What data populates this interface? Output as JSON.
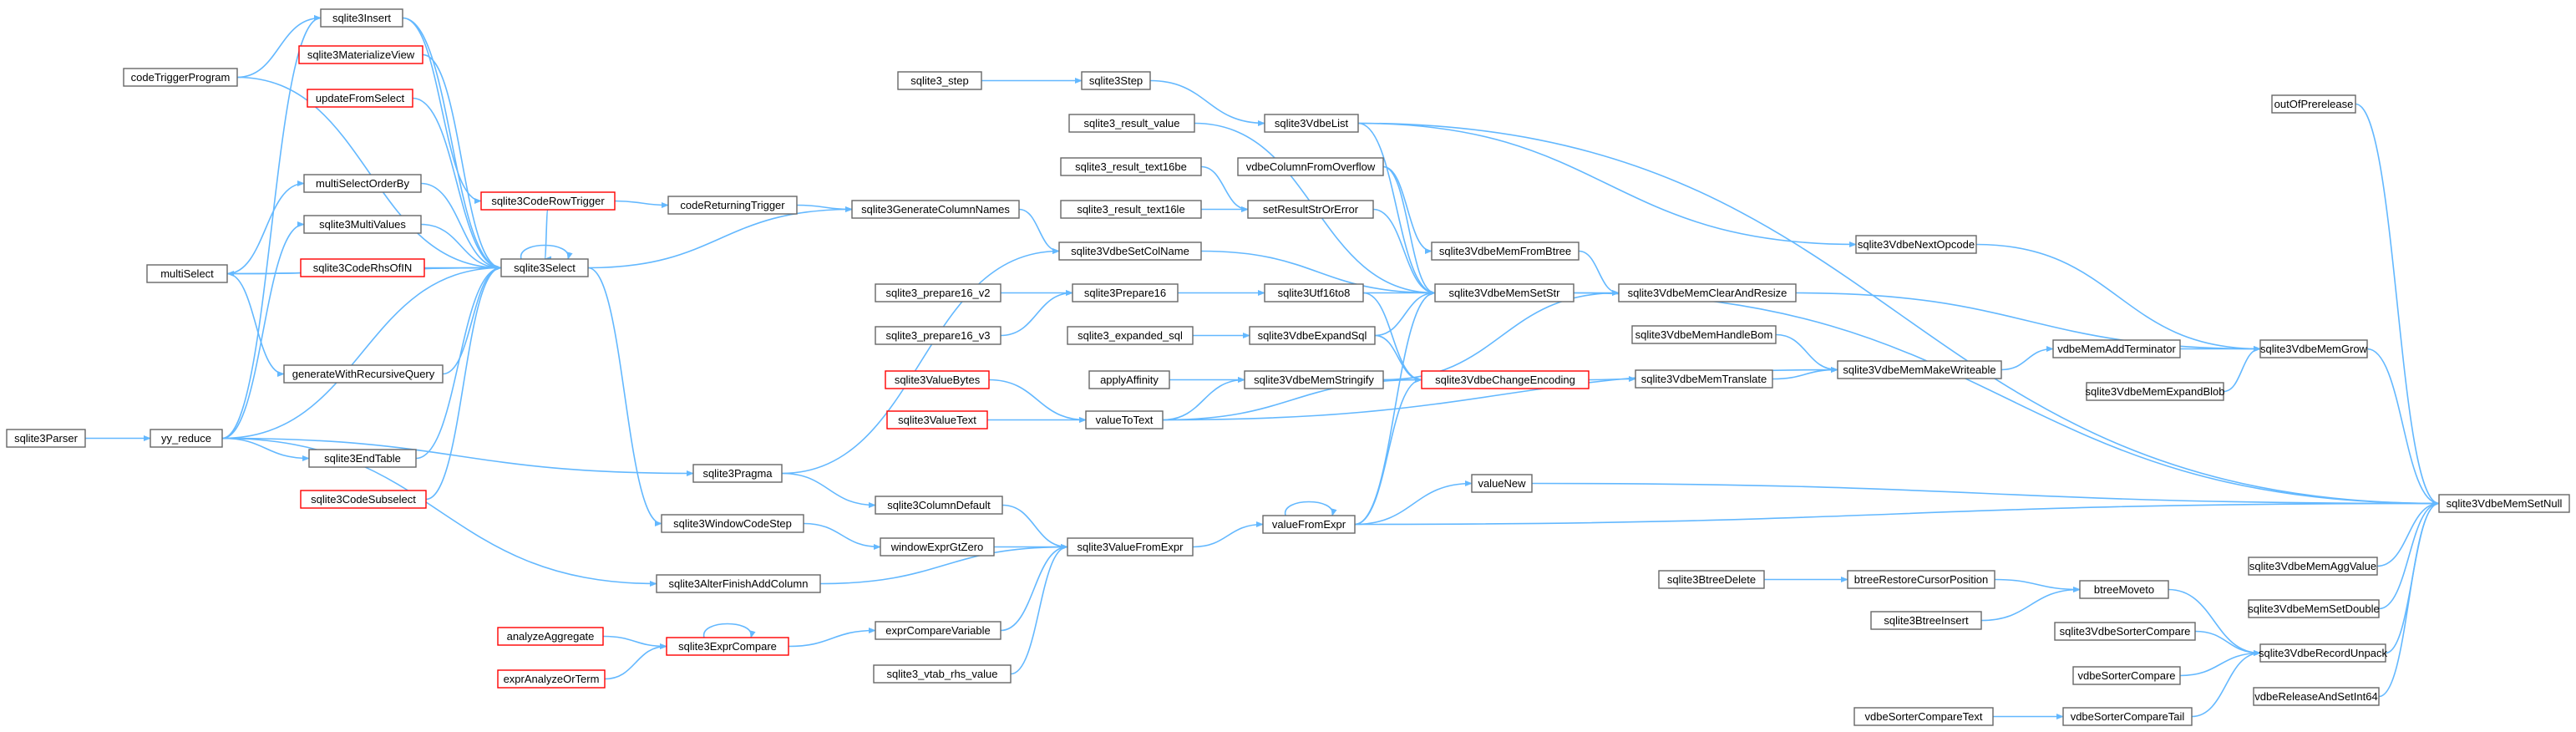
{
  "colors": {
    "edge": "#63b8ff",
    "node_border": "#666666",
    "node_border_truncated": "#ff0000",
    "node_fill": "#ffffff",
    "root_fill": "#999999",
    "root_border": "#666666",
    "text": "#000000"
  },
  "nodes": [
    {
      "id": "sqlite3VdbeMemSetNull",
      "label": "sqlite3VdbeMemSetNull",
      "kind": "root"
    },
    {
      "id": "outOfPrerelease",
      "label": "outOfPrerelease",
      "kind": "normal"
    },
    {
      "id": "sqlite3VdbeMemGrow",
      "label": "sqlite3VdbeMemGrow",
      "kind": "normal"
    },
    {
      "id": "sqlite3VdbeMemAggValue",
      "label": "sqlite3VdbeMemAggValue",
      "kind": "normal"
    },
    {
      "id": "sqlite3VdbeMemSetDouble",
      "label": "sqlite3VdbeMemSetDouble",
      "kind": "normal"
    },
    {
      "id": "sqlite3VdbeRecordUnpack",
      "label": "sqlite3VdbeRecordUnpack",
      "kind": "normal"
    },
    {
      "id": "vdbeReleaseAndSetInt64",
      "label": "vdbeReleaseAndSetInt64",
      "kind": "normal"
    },
    {
      "id": "vdbeMemAddTerminator",
      "label": "vdbeMemAddTerminator",
      "kind": "normal"
    },
    {
      "id": "sqlite3VdbeMemExpandBlob",
      "label": "sqlite3VdbeMemExpandBlob",
      "kind": "normal"
    },
    {
      "id": "sqlite3VdbeNextOpcode",
      "label": "sqlite3VdbeNextOpcode",
      "kind": "normal"
    },
    {
      "id": "sqlite3VdbeMemClearAndResize",
      "label": "sqlite3VdbeMemClearAndResize",
      "kind": "normal"
    },
    {
      "id": "sqlite3VdbeMemMakeWriteable",
      "label": "sqlite3VdbeMemMakeWriteable",
      "kind": "normal"
    },
    {
      "id": "sqlite3VdbeMemHandleBom",
      "label": "sqlite3VdbeMemHandleBom",
      "kind": "normal"
    },
    {
      "id": "sqlite3VdbeMemTranslate",
      "label": "sqlite3VdbeMemTranslate",
      "kind": "normal"
    },
    {
      "id": "btreeMoveto",
      "label": "btreeMoveto",
      "kind": "normal"
    },
    {
      "id": "btreeRestoreCursorPosition",
      "label": "btreeRestoreCursorPosition",
      "kind": "normal"
    },
    {
      "id": "sqlite3BtreeDelete",
      "label": "sqlite3BtreeDelete",
      "kind": "normal"
    },
    {
      "id": "sqlite3BtreeInsert",
      "label": "sqlite3BtreeInsert",
      "kind": "normal"
    },
    {
      "id": "sqlite3VdbeSorterCompare",
      "label": "sqlite3VdbeSorterCompare",
      "kind": "normal"
    },
    {
      "id": "vdbeSorterCompare",
      "label": "vdbeSorterCompare",
      "kind": "normal"
    },
    {
      "id": "vdbeSorterCompareTail",
      "label": "vdbeSorterCompareTail",
      "kind": "normal"
    },
    {
      "id": "vdbeSorterCompareText",
      "label": "vdbeSorterCompareText",
      "kind": "normal"
    },
    {
      "id": "sqlite3VdbeList",
      "label": "sqlite3VdbeList",
      "kind": "normal"
    },
    {
      "id": "sqlite3Step",
      "label": "sqlite3Step",
      "kind": "normal"
    },
    {
      "id": "sqlite3_step",
      "label": "sqlite3_step",
      "kind": "normal"
    },
    {
      "id": "sqlite3_result_value",
      "label": "sqlite3_result_value",
      "kind": "normal"
    },
    {
      "id": "sqlite3_result_text16be",
      "label": "sqlite3_result_text16be",
      "kind": "normal"
    },
    {
      "id": "sqlite3_result_text16le",
      "label": "sqlite3_result_text16le",
      "kind": "normal"
    },
    {
      "id": "vdbeColumnFromOverflow",
      "label": "vdbeColumnFromOverflow",
      "kind": "normal"
    },
    {
      "id": "setResultStrOrError",
      "label": "setResultStrOrError",
      "kind": "normal"
    },
    {
      "id": "sqlite3VdbeMemFromBtree",
      "label": "sqlite3VdbeMemFromBtree",
      "kind": "normal"
    },
    {
      "id": "sqlite3VdbeMemSetStr",
      "label": "sqlite3VdbeMemSetStr",
      "kind": "normal"
    },
    {
      "id": "sqlite3Utf16to8",
      "label": "sqlite3Utf16to8",
      "kind": "normal"
    },
    {
      "id": "sqlite3VdbeExpandSql",
      "label": "sqlite3VdbeExpandSql",
      "kind": "normal"
    },
    {
      "id": "sqlite3VdbeMemStringify",
      "label": "sqlite3VdbeMemStringify",
      "kind": "normal"
    },
    {
      "id": "sqlite3VdbeChangeEncoding",
      "label": "sqlite3VdbeChangeEncoding",
      "kind": "truncated"
    },
    {
      "id": "valueToText",
      "label": "valueToText",
      "kind": "normal"
    },
    {
      "id": "valueFromExpr",
      "label": "valueFromExpr",
      "kind": "normal"
    },
    {
      "id": "valueNew",
      "label": "valueNew",
      "kind": "normal"
    },
    {
      "id": "sqlite3ValueFromExpr",
      "label": "sqlite3ValueFromExpr",
      "kind": "normal"
    },
    {
      "id": "sqlite3GenerateColumnNames",
      "label": "sqlite3GenerateColumnNames",
      "kind": "normal"
    },
    {
      "id": "sqlite3VdbeSetColName",
      "label": "sqlite3VdbeSetColName",
      "kind": "normal"
    },
    {
      "id": "sqlite3Prepare16",
      "label": "sqlite3Prepare16",
      "kind": "normal"
    },
    {
      "id": "sqlite3_prepare16_v2",
      "label": "sqlite3_prepare16_v2",
      "kind": "normal"
    },
    {
      "id": "sqlite3_prepare16_v3",
      "label": "sqlite3_prepare16_v3",
      "kind": "normal"
    },
    {
      "id": "sqlite3_expanded_sql",
      "label": "sqlite3_expanded_sql",
      "kind": "normal"
    },
    {
      "id": "applyAffinity",
      "label": "applyAffinity",
      "kind": "normal"
    },
    {
      "id": "sqlite3ValueBytes",
      "label": "sqlite3ValueBytes",
      "kind": "truncated"
    },
    {
      "id": "sqlite3ValueText",
      "label": "sqlite3ValueText",
      "kind": "truncated"
    },
    {
      "id": "codeReturningTrigger",
      "label": "codeReturningTrigger",
      "kind": "normal"
    },
    {
      "id": "sqlite3CodeRowTrigger",
      "label": "sqlite3CodeRowTrigger",
      "kind": "truncated"
    },
    {
      "id": "sqlite3Select",
      "label": "sqlite3Select",
      "kind": "normal"
    },
    {
      "id": "sqlite3Insert",
      "label": "sqlite3Insert",
      "kind": "normal"
    },
    {
      "id": "sqlite3MaterializeView",
      "label": "sqlite3MaterializeView",
      "kind": "truncated"
    },
    {
      "id": "updateFromSelect",
      "label": "updateFromSelect",
      "kind": "truncated"
    },
    {
      "id": "multiSelectOrderBy",
      "label": "multiSelectOrderBy",
      "kind": "normal"
    },
    {
      "id": "sqlite3MultiValues",
      "label": "sqlite3MultiValues",
      "kind": "normal"
    },
    {
      "id": "sqlite3CodeRhsOfIN",
      "label": "sqlite3CodeRhsOfIN",
      "kind": "truncated"
    },
    {
      "id": "generateWithRecursiveQuery",
      "label": "generateWithRecursiveQuery",
      "kind": "normal"
    },
    {
      "id": "sqlite3EndTable",
      "label": "sqlite3EndTable",
      "kind": "normal"
    },
    {
      "id": "sqlite3CodeSubselect",
      "label": "sqlite3CodeSubselect",
      "kind": "truncated"
    },
    {
      "id": "codeTriggerProgram",
      "label": "codeTriggerProgram",
      "kind": "normal"
    },
    {
      "id": "multiSelect",
      "label": "multiSelect",
      "kind": "normal"
    },
    {
      "id": "yy_reduce",
      "label": "yy_reduce",
      "kind": "normal"
    },
    {
      "id": "sqlite3Parser",
      "label": "sqlite3Parser",
      "kind": "normal"
    },
    {
      "id": "sqlite3Pragma",
      "label": "sqlite3Pragma",
      "kind": "normal"
    },
    {
      "id": "sqlite3ColumnDefault",
      "label": "sqlite3ColumnDefault",
      "kind": "normal"
    },
    {
      "id": "sqlite3WindowCodeStep",
      "label": "sqlite3WindowCodeStep",
      "kind": "normal"
    },
    {
      "id": "windowExprGtZero",
      "label": "windowExprGtZero",
      "kind": "normal"
    },
    {
      "id": "sqlite3AlterFinishAddColumn",
      "label": "sqlite3AlterFinishAddColumn",
      "kind": "normal"
    },
    {
      "id": "exprCompareVariable",
      "label": "exprCompareVariable",
      "kind": "normal"
    },
    {
      "id": "sqlite3ExprCompare",
      "label": "sqlite3ExprCompare",
      "kind": "truncated"
    },
    {
      "id": "analyzeAggregate",
      "label": "analyzeAggregate",
      "kind": "truncated"
    },
    {
      "id": "exprAnalyzeOrTerm",
      "label": "exprAnalyzeOrTerm",
      "kind": "truncated"
    },
    {
      "id": "sqlite3_vtab_rhs_value",
      "label": "sqlite3_vtab_rhs_value",
      "kind": "normal"
    }
  ],
  "edges": [
    [
      "outOfPrerelease",
      "sqlite3VdbeMemSetNull"
    ],
    [
      "sqlite3VdbeMemGrow",
      "sqlite3VdbeMemSetNull"
    ],
    [
      "sqlite3VdbeMemAggValue",
      "sqlite3VdbeMemSetNull"
    ],
    [
      "sqlite3VdbeMemSetDouble",
      "sqlite3VdbeMemSetNull"
    ],
    [
      "sqlite3VdbeRecordUnpack",
      "sqlite3VdbeMemSetNull"
    ],
    [
      "vdbeReleaseAndSetInt64",
      "sqlite3VdbeMemSetNull"
    ],
    [
      "sqlite3VdbeList",
      "sqlite3VdbeMemSetNull"
    ],
    [
      "sqlite3VdbeMemSetStr",
      "sqlite3VdbeMemSetNull"
    ],
    [
      "valueNew",
      "sqlite3VdbeMemSetNull"
    ],
    [
      "valueFromExpr",
      "sqlite3VdbeMemSetNull"
    ],
    [
      "sqlite3VdbeMemClearAndResize",
      "sqlite3VdbeMemGrow"
    ],
    [
      "sqlite3VdbeNextOpcode",
      "sqlite3VdbeMemGrow"
    ],
    [
      "vdbeMemAddTerminator",
      "sqlite3VdbeMemGrow"
    ],
    [
      "sqlite3VdbeMemExpandBlob",
      "sqlite3VdbeMemGrow"
    ],
    [
      "sqlite3VdbeMemMakeWriteable",
      "vdbeMemAddTerminator"
    ],
    [
      "sqlite3VdbeMemHandleBom",
      "sqlite3VdbeMemMakeWriteable"
    ],
    [
      "sqlite3VdbeMemTranslate",
      "sqlite3VdbeMemMakeWriteable"
    ],
    [
      "valueToText",
      "sqlite3VdbeMemMakeWriteable"
    ],
    [
      "sqlite3VdbeChangeEncoding",
      "sqlite3VdbeMemTranslate"
    ],
    [
      "sqlite3VdbeMemSetStr",
      "sqlite3VdbeMemClearAndResize"
    ],
    [
      "sqlite3VdbeMemFromBtree",
      "sqlite3VdbeMemClearAndResize"
    ],
    [
      "sqlite3VdbeMemStringify",
      "sqlite3VdbeMemClearAndResize"
    ],
    [
      "sqlite3VdbeList",
      "sqlite3VdbeNextOpcode"
    ],
    [
      "btreeMoveto",
      "sqlite3VdbeRecordUnpack"
    ],
    [
      "sqlite3VdbeSorterCompare",
      "sqlite3VdbeRecordUnpack"
    ],
    [
      "vdbeSorterCompare",
      "sqlite3VdbeRecordUnpack"
    ],
    [
      "vdbeSorterCompareTail",
      "sqlite3VdbeRecordUnpack"
    ],
    [
      "btreeRestoreCursorPosition",
      "btreeMoveto"
    ],
    [
      "sqlite3BtreeInsert",
      "btreeMoveto"
    ],
    [
      "sqlite3BtreeDelete",
      "btreeRestoreCursorPosition"
    ],
    [
      "vdbeSorterCompareText",
      "vdbeSorterCompareTail"
    ],
    [
      "sqlite3Step",
      "sqlite3VdbeList"
    ],
    [
      "sqlite3_step",
      "sqlite3Step"
    ],
    [
      "sqlite3VdbeList",
      "sqlite3VdbeMemSetStr"
    ],
    [
      "sqlite3_result_value",
      "sqlite3VdbeMemSetStr"
    ],
    [
      "sqlite3_result_text16be",
      "setResultStrOrError"
    ],
    [
      "sqlite3_result_text16le",
      "setResultStrOrError"
    ],
    [
      "setResultStrOrError",
      "sqlite3VdbeMemSetStr"
    ],
    [
      "vdbeColumnFromOverflow",
      "sqlite3VdbeMemSetStr"
    ],
    [
      "vdbeColumnFromOverflow",
      "sqlite3VdbeMemFromBtree"
    ],
    [
      "sqlite3VdbeSetColName",
      "sqlite3VdbeMemSetStr"
    ],
    [
      "sqlite3Utf16to8",
      "sqlite3VdbeMemSetStr"
    ],
    [
      "sqlite3VdbeExpandSql",
      "sqlite3VdbeMemSetStr"
    ],
    [
      "valueFromExpr",
      "sqlite3VdbeMemSetStr"
    ],
    [
      "sqlite3Utf16to8",
      "sqlite3VdbeChangeEncoding"
    ],
    [
      "sqlite3VdbeExpandSql",
      "sqlite3VdbeChangeEncoding"
    ],
    [
      "sqlite3VdbeMemStringify",
      "sqlite3VdbeChangeEncoding"
    ],
    [
      "valueToText",
      "sqlite3VdbeChangeEncoding"
    ],
    [
      "valueFromExpr",
      "sqlite3VdbeChangeEncoding"
    ],
    [
      "sqlite3_expanded_sql",
      "sqlite3VdbeExpandSql"
    ],
    [
      "applyAffinity",
      "sqlite3VdbeMemStringify"
    ],
    [
      "valueToText",
      "sqlite3VdbeMemStringify"
    ],
    [
      "sqlite3ValueBytes",
      "valueToText"
    ],
    [
      "sqlite3ValueText",
      "valueToText"
    ],
    [
      "sqlite3Prepare16",
      "sqlite3Utf16to8"
    ],
    [
      "sqlite3_prepare16_v2",
      "sqlite3Prepare16"
    ],
    [
      "sqlite3_prepare16_v3",
      "sqlite3Prepare16"
    ],
    [
      "sqlite3GenerateColumnNames",
      "sqlite3VdbeSetColName"
    ],
    [
      "sqlite3Pragma",
      "sqlite3VdbeSetColName"
    ],
    [
      "codeReturningTrigger",
      "sqlite3GenerateColumnNames"
    ],
    [
      "sqlite3Select",
      "sqlite3GenerateColumnNames"
    ],
    [
      "sqlite3CodeRowTrigger",
      "codeReturningTrigger"
    ],
    [
      "sqlite3Insert",
      "sqlite3CodeRowTrigger"
    ],
    [
      "sqlite3Insert",
      "sqlite3Select"
    ],
    [
      "sqlite3MaterializeView",
      "sqlite3Select"
    ],
    [
      "updateFromSelect",
      "sqlite3Select"
    ],
    [
      "sqlite3CodeRowTrigger",
      "sqlite3Select"
    ],
    [
      "codeTriggerProgram",
      "sqlite3Select"
    ],
    [
      "multiSelectOrderBy",
      "sqlite3Select"
    ],
    [
      "sqlite3MultiValues",
      "sqlite3Select"
    ],
    [
      "sqlite3CodeRhsOfIN",
      "sqlite3Select"
    ],
    [
      "multiSelect",
      "sqlite3Select"
    ],
    [
      "generateWithRecursiveQuery",
      "sqlite3Select"
    ],
    [
      "yy_reduce",
      "sqlite3Select"
    ],
    [
      "sqlite3EndTable",
      "sqlite3Select"
    ],
    [
      "sqlite3CodeSubselect",
      "sqlite3Select"
    ],
    [
      "sqlite3Select",
      "sqlite3Select"
    ],
    [
      "sqlite3Select",
      "multiSelect"
    ],
    [
      "multiSelect",
      "multiSelectOrderBy"
    ],
    [
      "multiSelect",
      "generateWithRecursiveQuery"
    ],
    [
      "yy_reduce",
      "sqlite3MultiValues"
    ],
    [
      "yy_reduce",
      "sqlite3Insert"
    ],
    [
      "yy_reduce",
      "sqlite3EndTable"
    ],
    [
      "yy_reduce",
      "sqlite3Pragma"
    ],
    [
      "yy_reduce",
      "sqlite3AlterFinishAddColumn"
    ],
    [
      "sqlite3Parser",
      "yy_reduce"
    ],
    [
      "codeTriggerProgram",
      "sqlite3Insert"
    ],
    [
      "sqlite3Select",
      "sqlite3WindowCodeStep"
    ],
    [
      "sqlite3Pragma",
      "sqlite3ColumnDefault"
    ],
    [
      "sqlite3ColumnDefault",
      "sqlite3ValueFromExpr"
    ],
    [
      "sqlite3WindowCodeStep",
      "windowExprGtZero"
    ],
    [
      "windowExprGtZero",
      "sqlite3ValueFromExpr"
    ],
    [
      "sqlite3AlterFinishAddColumn",
      "sqlite3ValueFromExpr"
    ],
    [
      "exprCompareVariable",
      "sqlite3ValueFromExpr"
    ],
    [
      "sqlite3_vtab_rhs_value",
      "sqlite3ValueFromExpr"
    ],
    [
      "sqlite3ExprCompare",
      "exprCompareVariable"
    ],
    [
      "sqlite3ExprCompare",
      "sqlite3ExprCompare"
    ],
    [
      "analyzeAggregate",
      "sqlite3ExprCompare"
    ],
    [
      "exprAnalyzeOrTerm",
      "sqlite3ExprCompare"
    ],
    [
      "sqlite3ValueFromExpr",
      "valueFromExpr"
    ],
    [
      "valueFromExpr",
      "valueFromExpr"
    ],
    [
      "valueFromExpr",
      "valueNew"
    ]
  ]
}
